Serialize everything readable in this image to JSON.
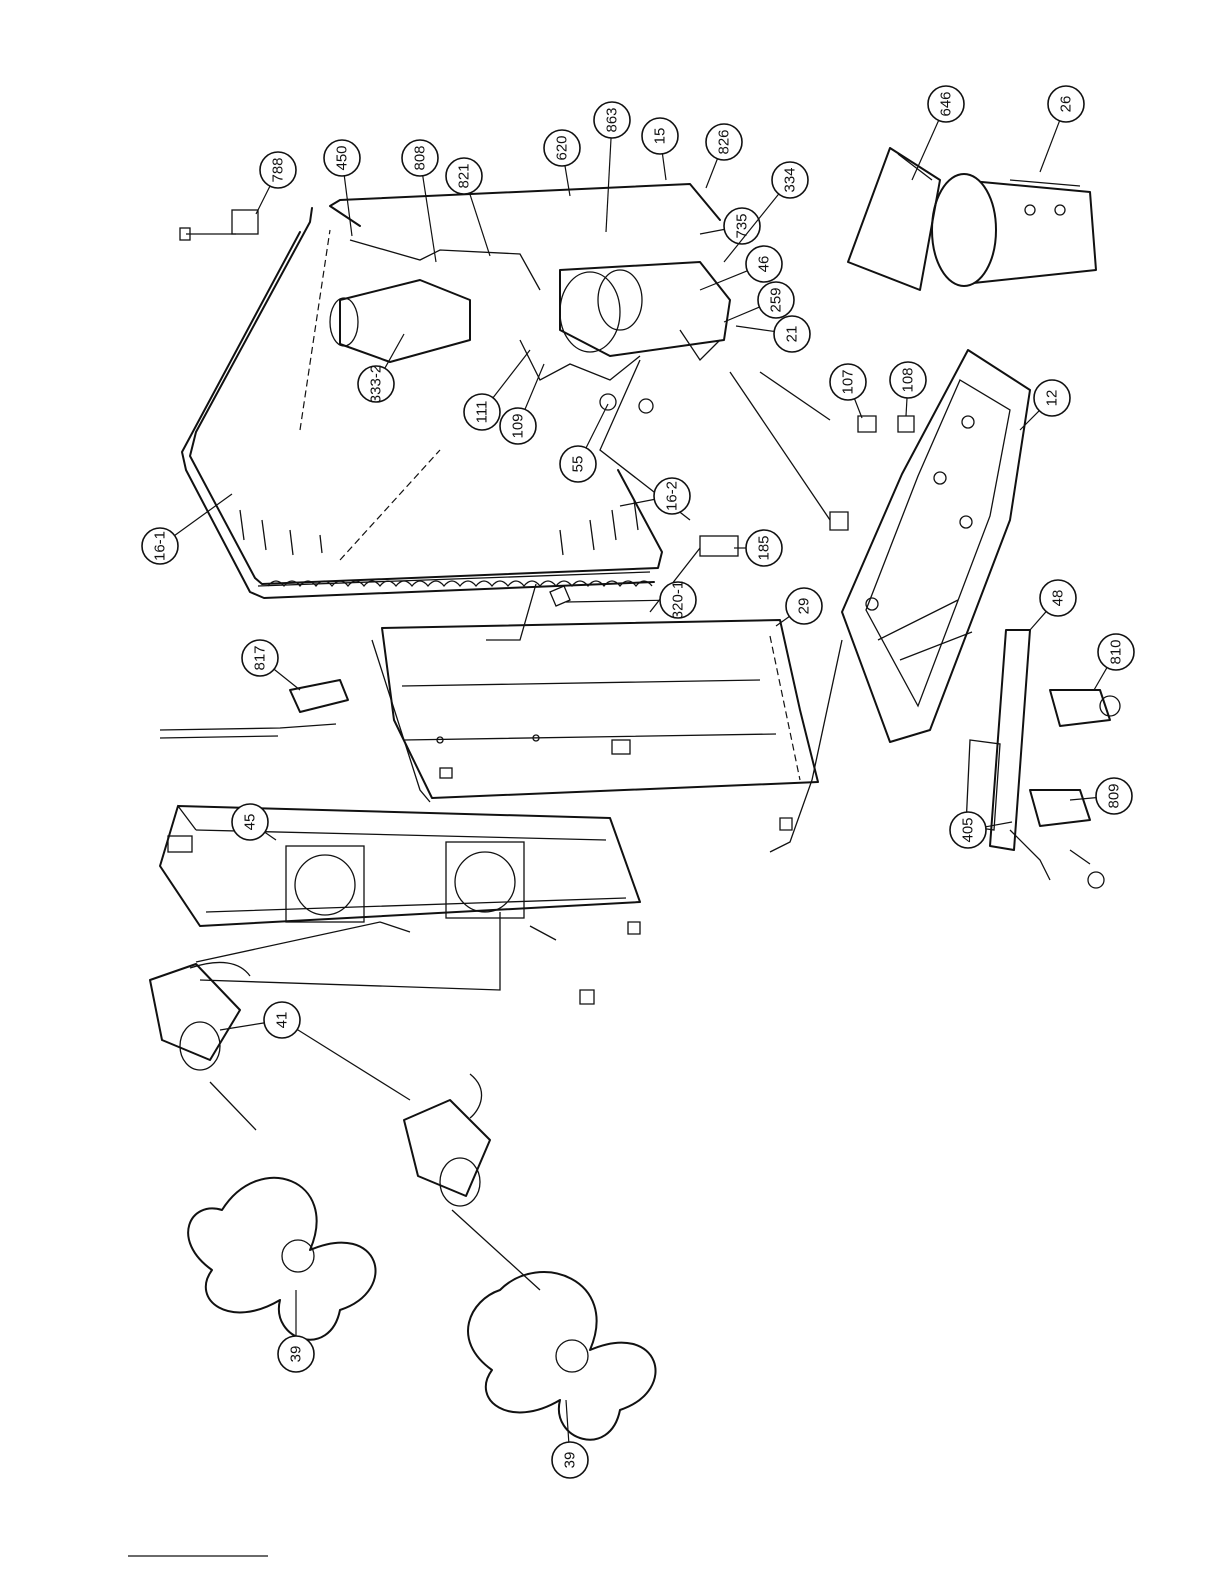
{
  "parts": [
    {
      "id": "p646",
      "label": "646"
    },
    {
      "id": "p26",
      "label": "26"
    },
    {
      "id": "p788",
      "label": "788"
    },
    {
      "id": "p450",
      "label": "450"
    },
    {
      "id": "p808",
      "label": "808"
    },
    {
      "id": "p821",
      "label": "821"
    },
    {
      "id": "p620",
      "label": "620"
    },
    {
      "id": "p863",
      "label": "863"
    },
    {
      "id": "p15",
      "label": "15"
    },
    {
      "id": "p826",
      "label": "826"
    },
    {
      "id": "p334",
      "label": "334"
    },
    {
      "id": "p735",
      "label": "735"
    },
    {
      "id": "p46",
      "label": "46"
    },
    {
      "id": "p259",
      "label": "259"
    },
    {
      "id": "p21",
      "label": "21"
    },
    {
      "id": "p333_2",
      "label": "333-2"
    },
    {
      "id": "p111",
      "label": "111"
    },
    {
      "id": "p109",
      "label": "109"
    },
    {
      "id": "p107",
      "label": "107"
    },
    {
      "id": "p108",
      "label": "108"
    },
    {
      "id": "p12",
      "label": "12"
    },
    {
      "id": "p55",
      "label": "55"
    },
    {
      "id": "p16_1",
      "label": "16-1"
    },
    {
      "id": "p16_2",
      "label": "16-2"
    },
    {
      "id": "p185",
      "label": "185"
    },
    {
      "id": "p320_1",
      "label": "320-1"
    },
    {
      "id": "p29",
      "label": "29"
    },
    {
      "id": "p817",
      "label": "817"
    },
    {
      "id": "p48",
      "label": "48"
    },
    {
      "id": "p810",
      "label": "810"
    },
    {
      "id": "p809",
      "label": "809"
    },
    {
      "id": "p405",
      "label": "405"
    },
    {
      "id": "p45",
      "label": "45"
    },
    {
      "id": "p41",
      "label": "41"
    },
    {
      "id": "p39a",
      "label": "39"
    },
    {
      "id": "p39b",
      "label": "39"
    }
  ]
}
